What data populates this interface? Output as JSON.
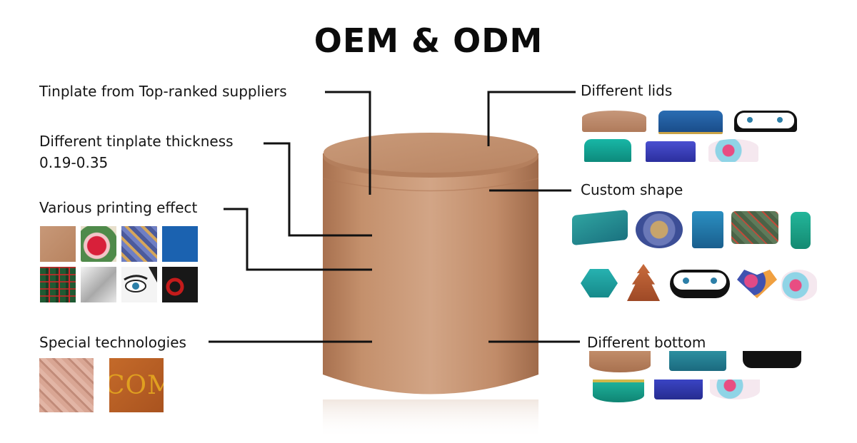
{
  "title": "OEM & ODM",
  "left_labels": {
    "tinplate_source": "Tinplate from Top-ranked suppliers",
    "thickness": "Different tinplate thickness",
    "thickness_range": "0.19-0.35",
    "printing": "Various printing effect",
    "special_tech": "Special technologies"
  },
  "right_labels": {
    "lids": "Different lids",
    "shape": "Custom shape",
    "bottom": "Different bottom"
  },
  "embossed_text": "COM",
  "colors": {
    "rose_gold": "#c4906c",
    "text": "#111111",
    "blue": "#1b62b0",
    "teal": "#13a89a"
  }
}
